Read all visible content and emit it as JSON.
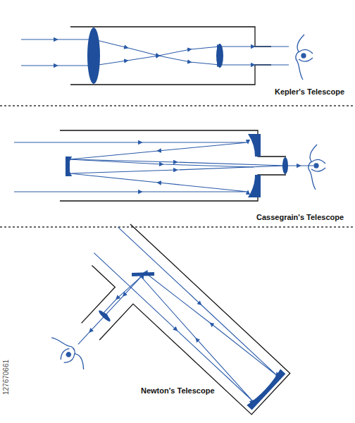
{
  "diagram": {
    "labels": [
      "Kepler's Telescope",
      "Cassegrain's Telescope",
      "Newton's Telescope",
      "127670661"
    ]
  }
}
